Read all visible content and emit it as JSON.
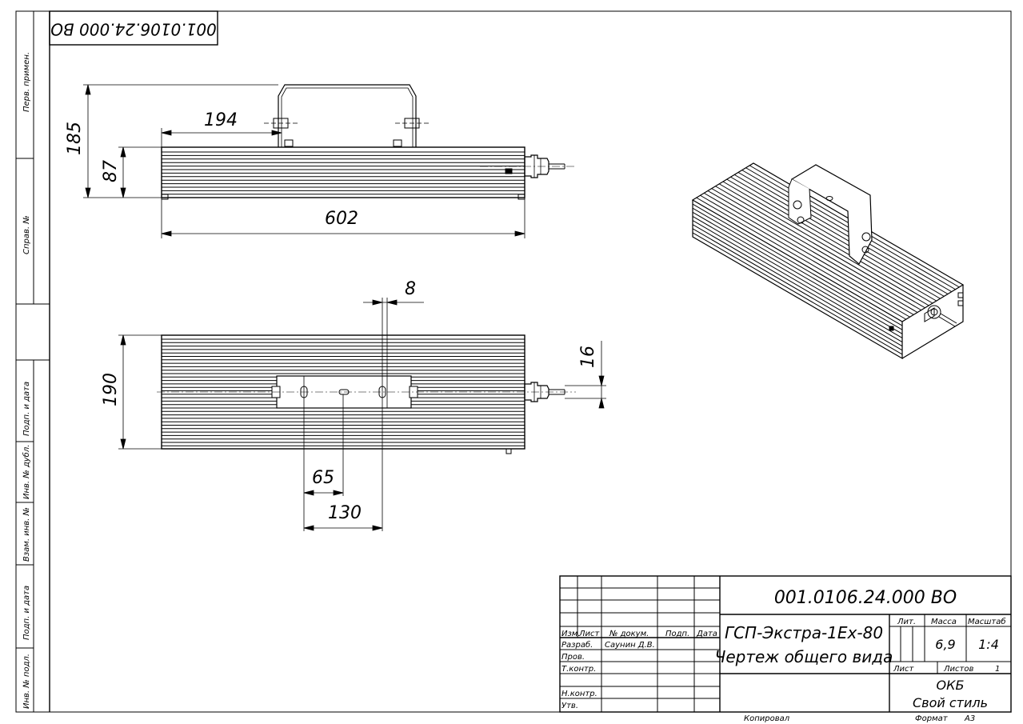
{
  "drawing": {
    "designation": "001.0106.24.000 ВО",
    "designation_rotated": "001.0106.24.000 ВО",
    "product_name": "ГСП-Экстра-1Ex-80",
    "document_name": "Чертеж общего вида",
    "mass": "6,9",
    "scale": "1:4",
    "sheet_label": "Лист",
    "sheets_label": "Листов",
    "sheets_value": "1",
    "organization_line1": "ОКБ",
    "organization_line2": "Свой стиль",
    "copied_label": "Копировал",
    "format_label": "Формат",
    "format_value": "А3"
  },
  "title_block": {
    "col_headers": [
      "Изм.",
      "Лист",
      "№ докум.",
      "Подп.",
      "Дата"
    ],
    "lit_label": "Лит.",
    "mass_label": "Масса",
    "scale_label": "Масштаб",
    "roles": [
      "Разраб.",
      "Пров.",
      "Т.контр.",
      "",
      "Н.контр.",
      "Утв."
    ],
    "developer": "Саунин Д.В."
  },
  "side_stamps": [
    "Перв. примен.",
    "Справ. №",
    "Подп. и дата",
    "Инв. № дубл.",
    "Взам. инв. №",
    "Подп. и дата",
    "Инв. № подл."
  ],
  "dimensions": {
    "front_total_height": "185",
    "front_body_height": "87",
    "front_bracket_offset": "194",
    "front_length": "602",
    "top_slot_width": "8",
    "top_width": "190",
    "top_cable_dia": "16",
    "top_hole_offset": "65",
    "top_hole_spacing": "130"
  }
}
